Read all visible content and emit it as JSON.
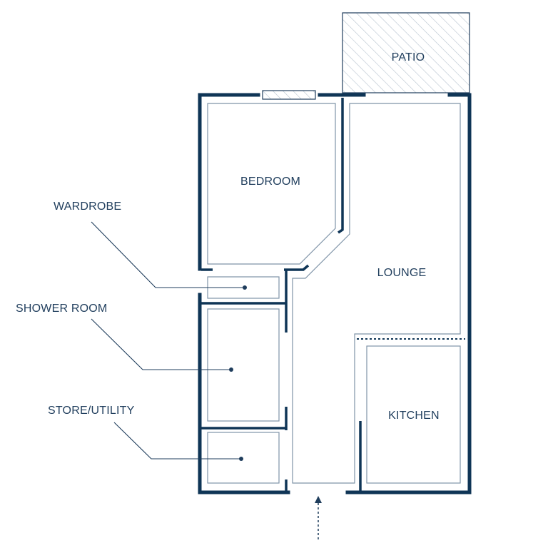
{
  "colors": {
    "wall": "#0f3556",
    "line": "#7f94a8",
    "text": "#1f3d5c",
    "hatch": "#b7c3cf",
    "background": "#ffffff"
  },
  "rooms": {
    "patio": "PATIO",
    "bedroom": "BEDROOM",
    "lounge": "LOUNGE",
    "kitchen": "KITCHEN"
  },
  "callouts": {
    "wardrobe": "WARDROBE",
    "shower_room": "SHOWER ROOM",
    "store_utility": "STORE/UTILITY"
  },
  "icons": {
    "entrance": "entrance-arrow-icon"
  }
}
